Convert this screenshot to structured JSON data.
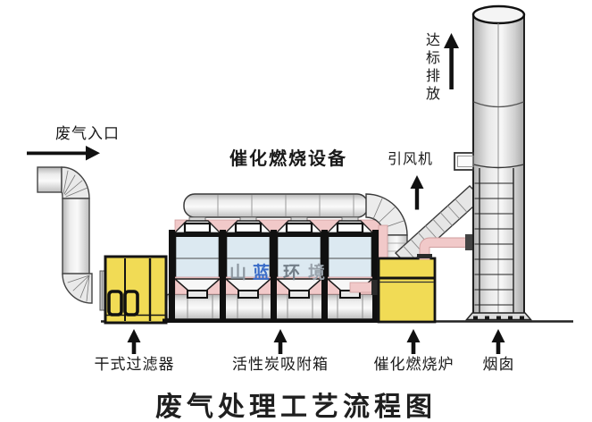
{
  "title": "废气处理工艺流程图",
  "diagram": {
    "equipment_group_label": "催化燃烧设备",
    "labels": {
      "inlet": "废气入口",
      "emission": "达标排放",
      "fan": "引风机"
    },
    "watermark": [
      "山",
      "蓝",
      "环",
      "境"
    ],
    "components": [
      {
        "id": "dry-filter",
        "label": "干式过滤器"
      },
      {
        "id": "carbon-adsorber",
        "label": "活性炭吸附箱"
      },
      {
        "id": "catalytic-furnace",
        "label": "催化燃烧炉"
      },
      {
        "id": "chimney",
        "label": "烟囱"
      }
    ],
    "colors": {
      "equipment_yellow": "#f1db55",
      "pipe_pink": "#f1c9c9",
      "adsorber_blue": "#dce9f1",
      "frame_black": "#141414",
      "pipe_gray": "#e9e9e9",
      "watermark_blue": "#3a6cc8"
    }
  }
}
